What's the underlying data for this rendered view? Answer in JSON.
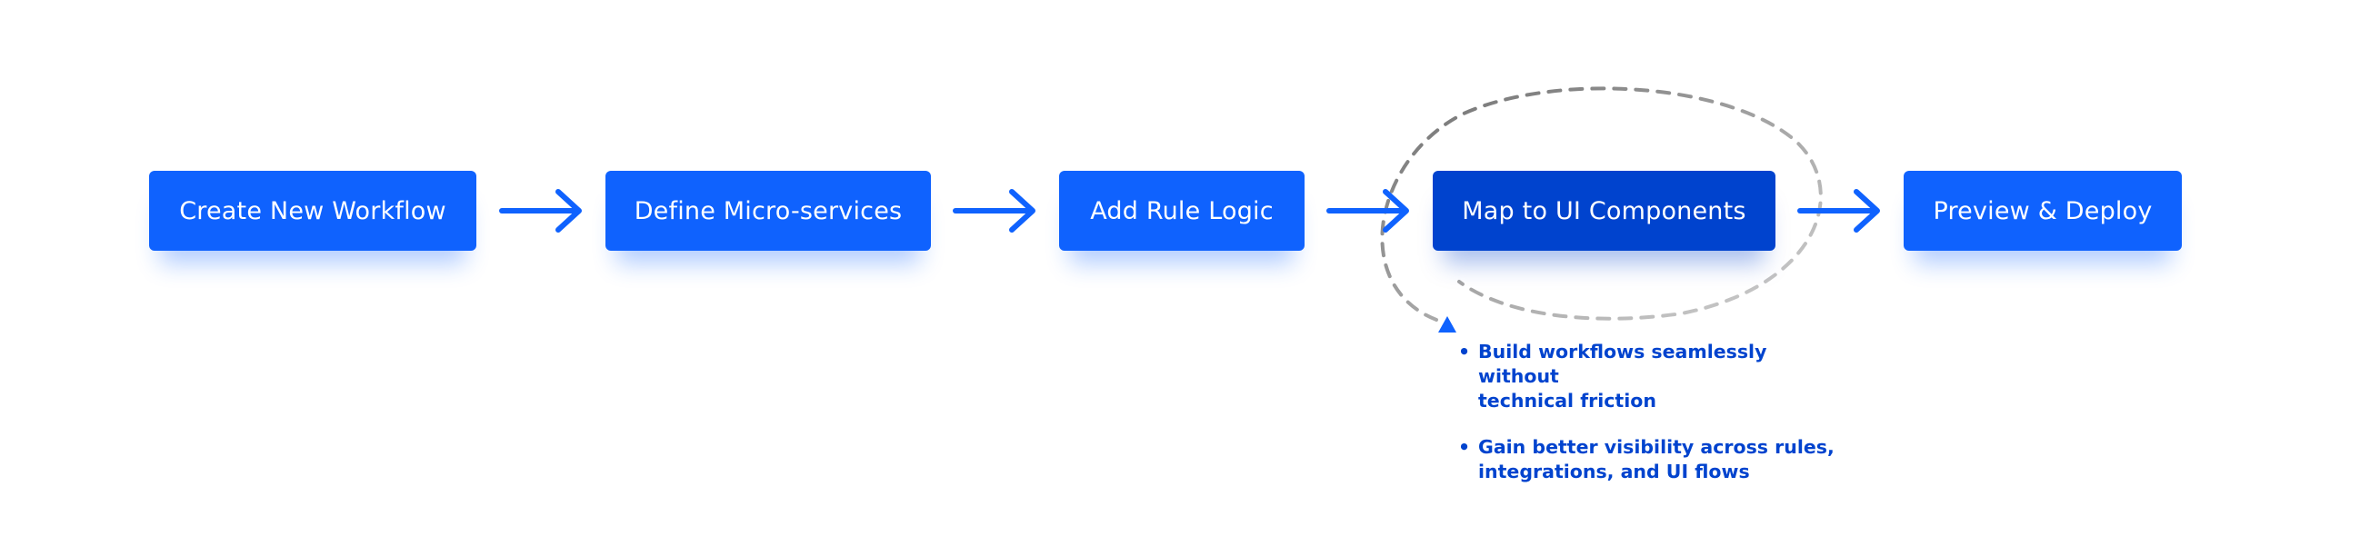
{
  "workflow": {
    "steps": [
      {
        "label": "Create New Workflow",
        "state": "default"
      },
      {
        "label": "Define Micro-services",
        "state": "default"
      },
      {
        "label": "Add Rule Logic",
        "state": "default"
      },
      {
        "label": "Map to UI Components",
        "state": "active"
      },
      {
        "label": "Preview & Deploy",
        "state": "default"
      }
    ],
    "connector_icon": "arrow-right-icon",
    "highlight": {
      "style": "dashed-loop",
      "icon": "triangle-up-icon"
    }
  },
  "notes": {
    "bullet": "•",
    "items": [
      {
        "lines": [
          "Build workflows seamlessly without",
          "technical friction"
        ]
      },
      {
        "lines": [
          "Gain better visibility across rules,",
          "integrations, and UI flows"
        ]
      }
    ]
  },
  "colors": {
    "primary": "#0f62fe",
    "primary_active": "#0043ce",
    "note_text": "#0043ce",
    "dashed_line": "#8d8d8d",
    "background": "#ffffff"
  }
}
